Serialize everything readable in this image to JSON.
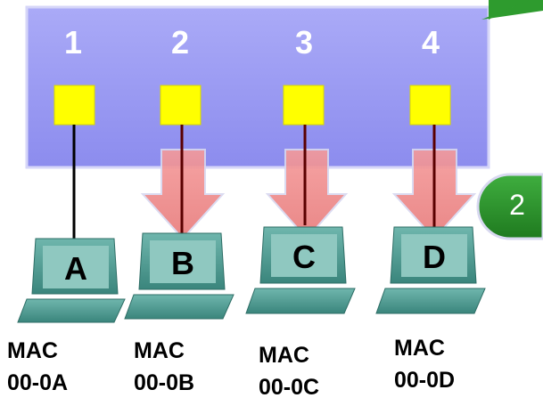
{
  "switch": {
    "ports": [
      {
        "number": "1"
      },
      {
        "number": "2"
      },
      {
        "number": "3"
      },
      {
        "number": "4"
      }
    ]
  },
  "step_badge": {
    "label": "2"
  },
  "computers": [
    {
      "letter": "A",
      "mac_label": "MAC",
      "mac_address": "00-0A",
      "receives_frame": false
    },
    {
      "letter": "B",
      "mac_label": "MAC",
      "mac_address": "00-0B",
      "receives_frame": true
    },
    {
      "letter": "C",
      "mac_label": "MAC",
      "mac_address": "00-0C",
      "receives_frame": true
    },
    {
      "letter": "D",
      "mac_label": "MAC",
      "mac_address": "00-0D",
      "receives_frame": true
    }
  ],
  "colors": {
    "switch_body": "#9f9ff4",
    "port": "#ffff00",
    "arrow": "#f08a8a",
    "badge": "#2e8b2e",
    "pc_body": "#4f9a92"
  }
}
